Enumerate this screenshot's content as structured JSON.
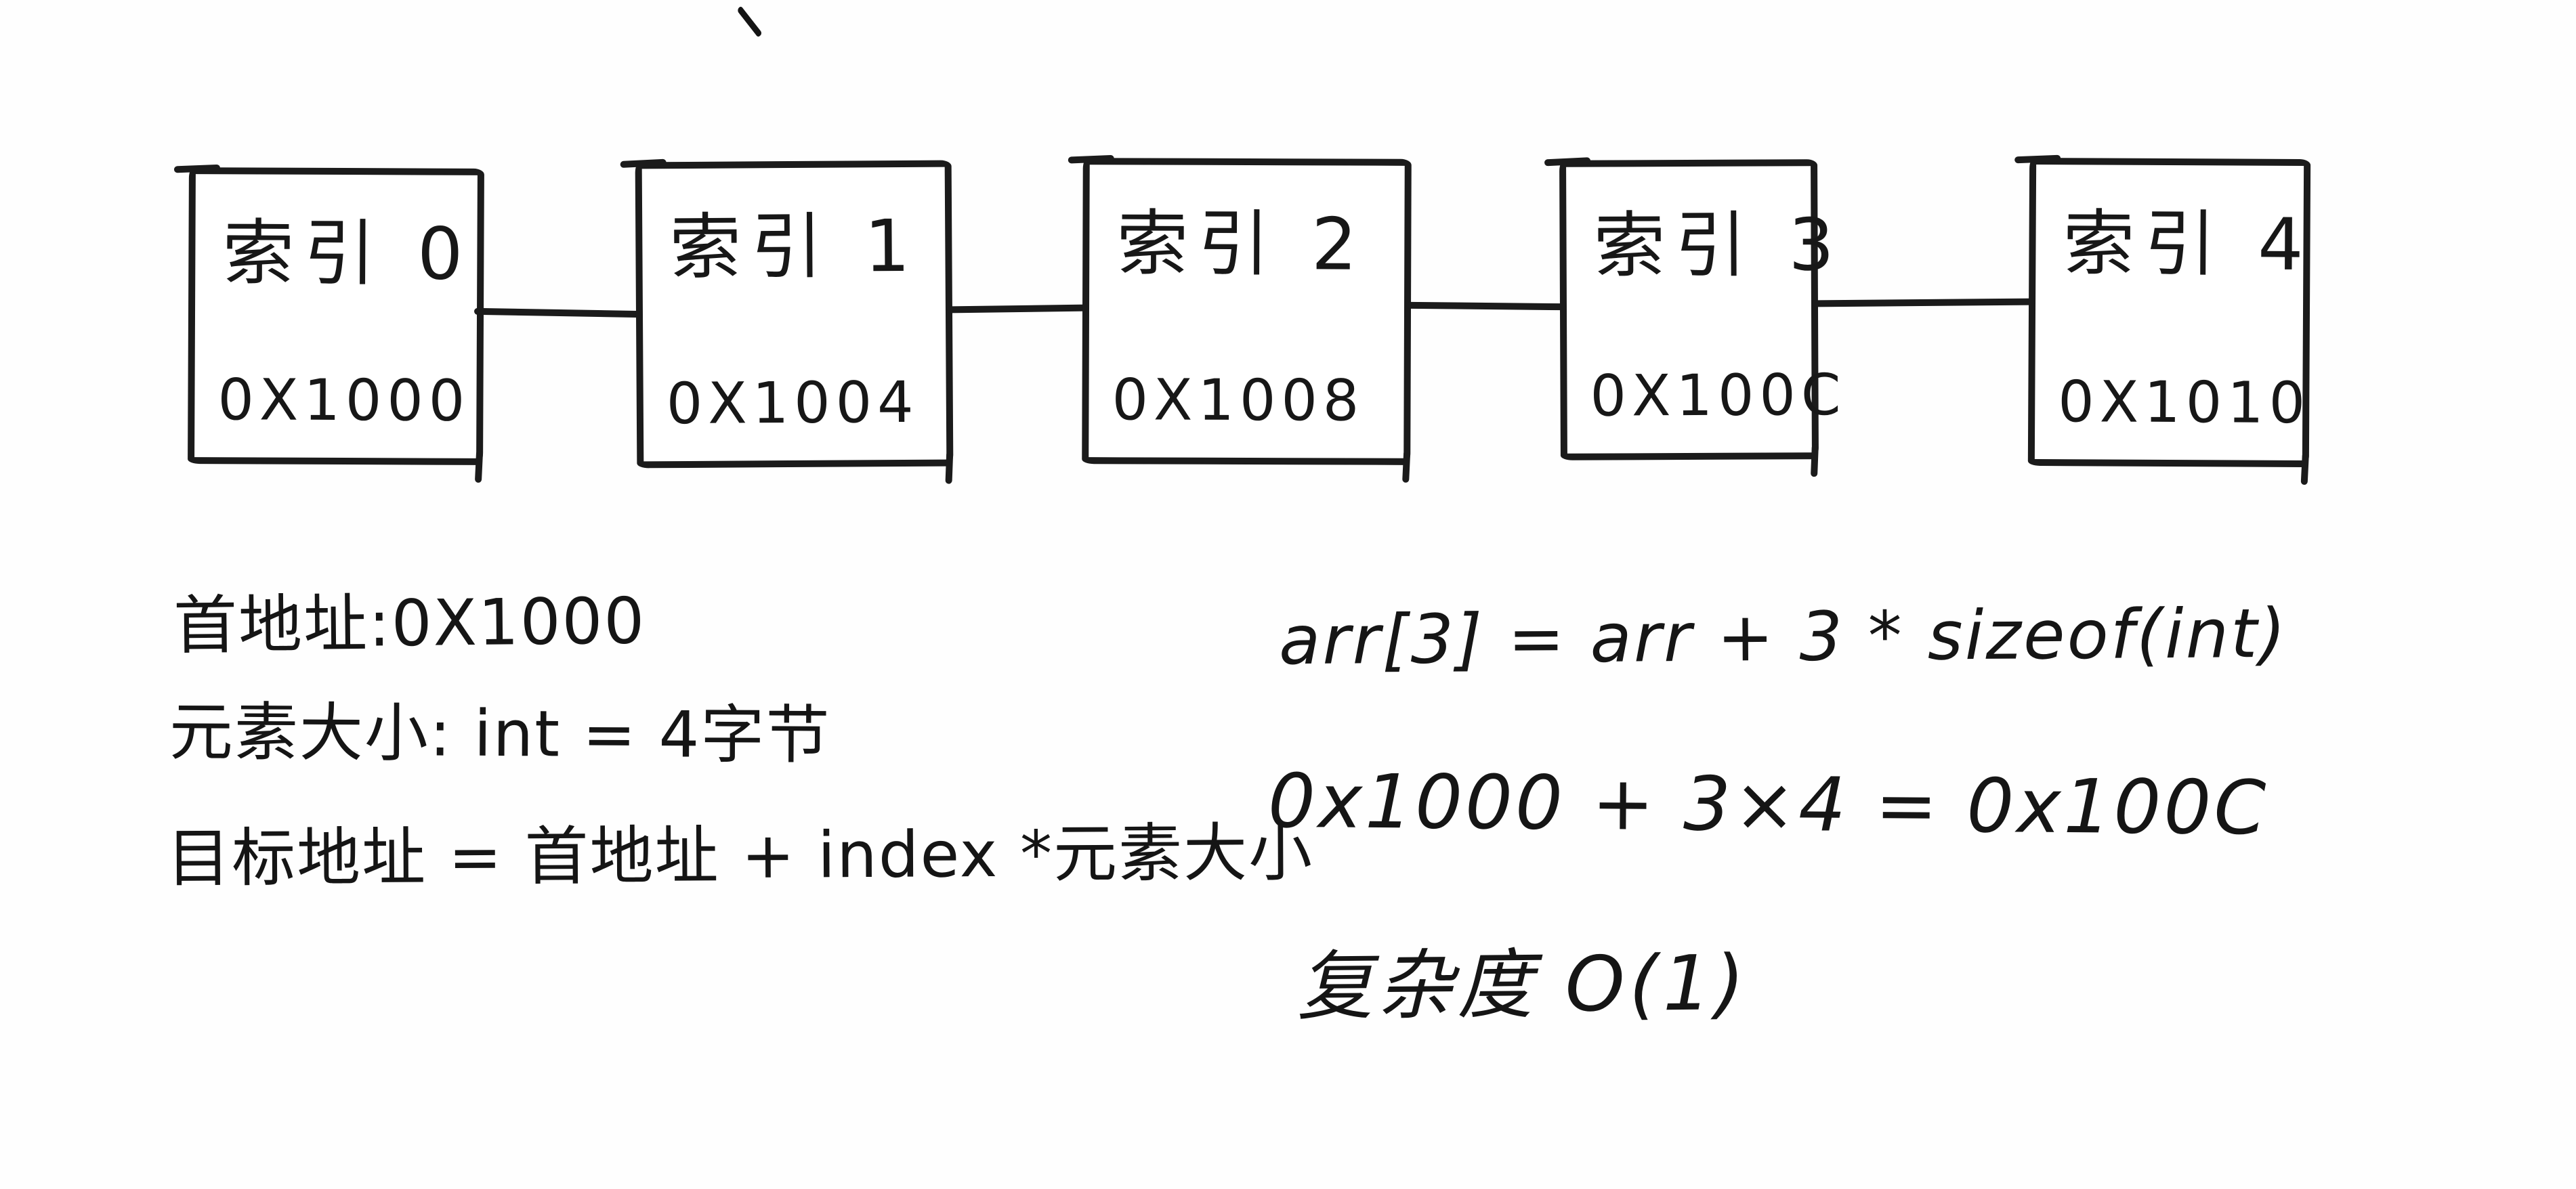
{
  "canvas": {
    "background": "#ffffff",
    "ink_color": "#1b1b1b"
  },
  "stray_mark": {
    "shape": "diagonal-pen-stroke"
  },
  "array_cells": [
    {
      "label": "索引 0",
      "address": "0X1000"
    },
    {
      "label": "索引 1",
      "address": "0X1004"
    },
    {
      "label": "索引 2",
      "address": "0X1008"
    },
    {
      "label": "索引 3",
      "address": "0X100C"
    },
    {
      "label": "索引 4",
      "address": "0X1010"
    }
  ],
  "notes_left": [
    "首地址:0X1000",
    "元素大小: int = 4字节",
    "目标地址 = 首地址 + index *元素大小"
  ],
  "formulas_right": [
    "arr[3] = arr + 3 * sizeof(int)",
    "0x1000 + 3×4 = 0x100C",
    "复杂度 O(1)"
  ]
}
